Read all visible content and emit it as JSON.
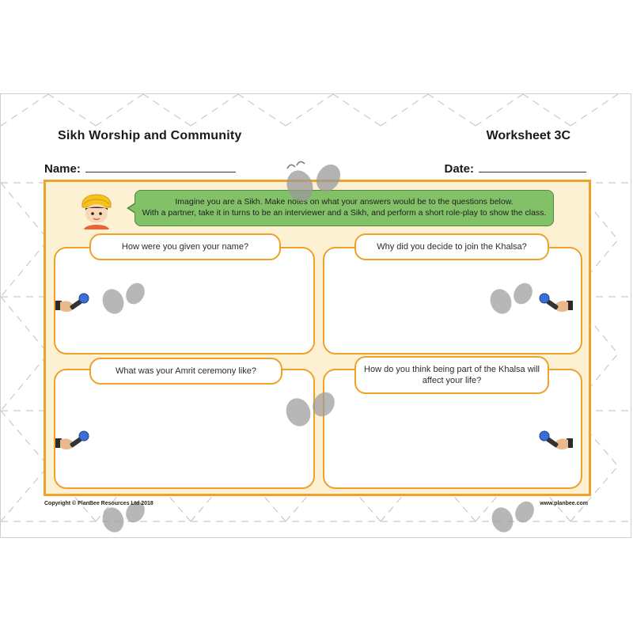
{
  "header": {
    "title": "Sikh Worship and Community",
    "worksheet": "Worksheet 3C",
    "name_label": "Name:",
    "date_label": "Date:"
  },
  "instructions": {
    "line1": "Imagine you are a Sikh. Make notes on what your answers would be to the questions below.",
    "line2": "With a partner, take it in turns to be an interviewer and a Sikh, and perform a short role-play to show the class."
  },
  "questions": [
    "How were you given your name?",
    "Why did you decide to join the Khalsa?",
    "What was your Amrit ceremony like?",
    "How do you think being part of the Khalsa will affect your life?"
  ],
  "footer": {
    "copyright": "Copyright © PlanBee Resources Ltd 2018",
    "website": "www.planbee.com"
  },
  "colors": {
    "accent": "#f0a12a",
    "panel_bg": "#fdf1d4",
    "speech_bg": "#83c168"
  }
}
